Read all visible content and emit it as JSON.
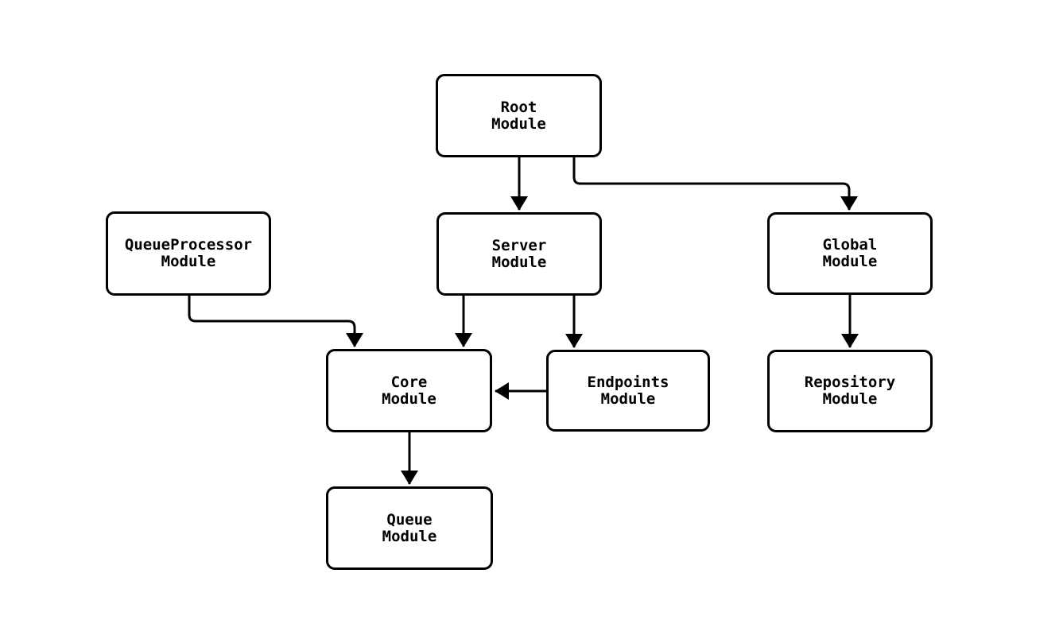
{
  "diagram": {
    "type": "module-dependency-flowchart",
    "colors": {
      "background": "#ffffff",
      "node_fill": "#ffffff",
      "node_border": "#000000",
      "edge": "#000000",
      "text": "#000000"
    },
    "nodes": {
      "root": {
        "label": "Root\nModule"
      },
      "queueproc": {
        "label": "QueueProcessor\nModule"
      },
      "server": {
        "label": "Server\nModule"
      },
      "global": {
        "label": "Global\nModule"
      },
      "core": {
        "label": "Core\nModule"
      },
      "endpoints": {
        "label": "Endpoints\nModule"
      },
      "repository": {
        "label": "Repository\nModule"
      },
      "queue": {
        "label": "Queue\nModule"
      }
    },
    "edges": [
      {
        "from": "Root Module",
        "to": "Server Module"
      },
      {
        "from": "Root Module",
        "to": "Global Module"
      },
      {
        "from": "QueueProcessor Module",
        "to": "Core Module"
      },
      {
        "from": "Server Module",
        "to": "Core Module"
      },
      {
        "from": "Server Module",
        "to": "Endpoints Module"
      },
      {
        "from": "Endpoints Module",
        "to": "Core Module"
      },
      {
        "from": "Global Module",
        "to": "Repository Module"
      },
      {
        "from": "Core Module",
        "to": "Queue Module"
      }
    ]
  }
}
